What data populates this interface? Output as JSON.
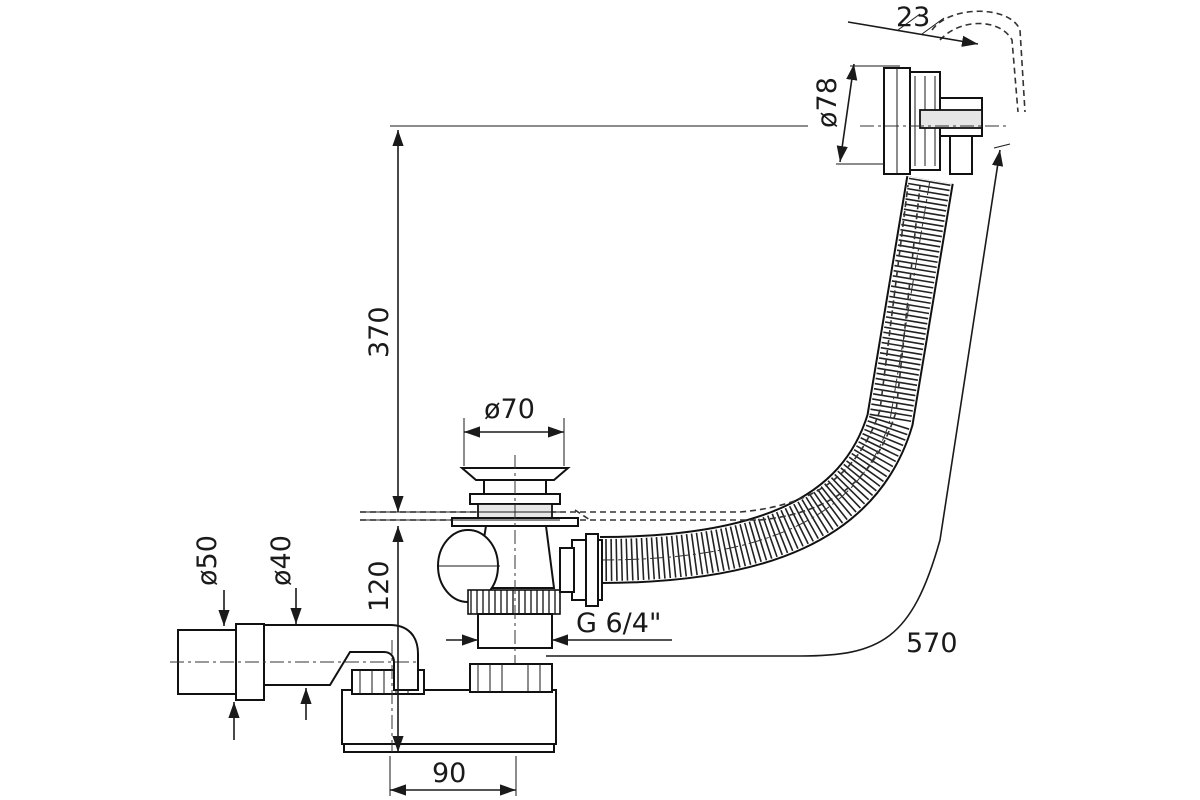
{
  "dimensions": {
    "overflow_width": "23",
    "overflow_diameter": "ø78",
    "height_overflow_to_drain": "370",
    "drain_diameter": "ø70",
    "height_drain_to_outlet": "120",
    "thread": "G 6/4\"",
    "hose_length": "570",
    "outlet_diameter_outer": "ø50",
    "outlet_diameter_inner": "ø40",
    "trap_offset": "90"
  },
  "colors": {
    "line": "#1a1a1a",
    "fill": "#ffffff",
    "shade": "#e6e6e6"
  }
}
